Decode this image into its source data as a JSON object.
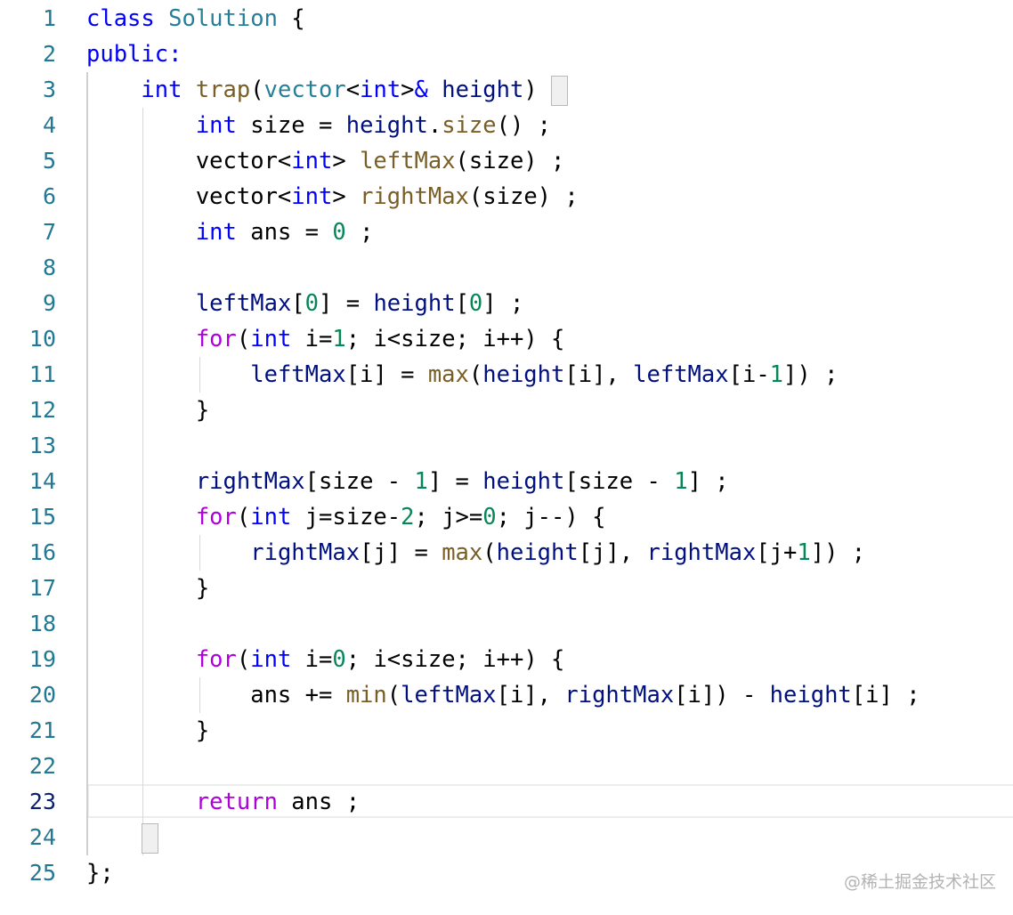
{
  "editor": {
    "current_line": 23,
    "colors": {
      "keyword": "#0000ff",
      "type": "#267f99",
      "function": "#795e26",
      "variable": "#001080",
      "number": "#098658",
      "control": "#af00db",
      "line_number": "#237893",
      "active_line_number": "#0b216f"
    },
    "lines": [
      {
        "number": "1",
        "tokens": [
          {
            "t": "kw",
            "v": "class"
          },
          {
            "t": "plain",
            "v": " "
          },
          {
            "t": "type",
            "v": "Solution"
          },
          {
            "t": "plain",
            "v": " {"
          }
        ]
      },
      {
        "number": "2",
        "tokens": [
          {
            "t": "kw",
            "v": "public:"
          }
        ]
      },
      {
        "number": "3",
        "tokens": [
          {
            "t": "plain",
            "v": "    "
          },
          {
            "t": "kw",
            "v": "int"
          },
          {
            "t": "plain",
            "v": " "
          },
          {
            "t": "fn",
            "v": "trap"
          },
          {
            "t": "plain",
            "v": "("
          },
          {
            "t": "type",
            "v": "vector"
          },
          {
            "t": "plain",
            "v": "<"
          },
          {
            "t": "kw",
            "v": "int"
          },
          {
            "t": "plain",
            "v": ">"
          },
          {
            "t": "kw",
            "v": "&"
          },
          {
            "t": "plain",
            "v": " "
          },
          {
            "t": "var",
            "v": "height"
          },
          {
            "t": "plain",
            "v": ") {"
          }
        ]
      },
      {
        "number": "4",
        "tokens": [
          {
            "t": "plain",
            "v": "        "
          },
          {
            "t": "kw",
            "v": "int"
          },
          {
            "t": "plain",
            "v": " size = "
          },
          {
            "t": "var",
            "v": "height"
          },
          {
            "t": "plain",
            "v": "."
          },
          {
            "t": "fn",
            "v": "size"
          },
          {
            "t": "plain",
            "v": "() ;"
          }
        ]
      },
      {
        "number": "5",
        "tokens": [
          {
            "t": "plain",
            "v": "        vector<"
          },
          {
            "t": "kw",
            "v": "int"
          },
          {
            "t": "plain",
            "v": "> "
          },
          {
            "t": "fn",
            "v": "leftMax"
          },
          {
            "t": "plain",
            "v": "(size) ;"
          }
        ]
      },
      {
        "number": "6",
        "tokens": [
          {
            "t": "plain",
            "v": "        vector<"
          },
          {
            "t": "kw",
            "v": "int"
          },
          {
            "t": "plain",
            "v": "> "
          },
          {
            "t": "fn",
            "v": "rightMax"
          },
          {
            "t": "plain",
            "v": "(size) ;"
          }
        ]
      },
      {
        "number": "7",
        "tokens": [
          {
            "t": "plain",
            "v": "        "
          },
          {
            "t": "kw",
            "v": "int"
          },
          {
            "t": "plain",
            "v": " ans = "
          },
          {
            "t": "num",
            "v": "0"
          },
          {
            "t": "plain",
            "v": " ;"
          }
        ]
      },
      {
        "number": "8",
        "tokens": []
      },
      {
        "number": "9",
        "tokens": [
          {
            "t": "plain",
            "v": "        "
          },
          {
            "t": "var",
            "v": "leftMax"
          },
          {
            "t": "plain",
            "v": "["
          },
          {
            "t": "num",
            "v": "0"
          },
          {
            "t": "plain",
            "v": "] = "
          },
          {
            "t": "var",
            "v": "height"
          },
          {
            "t": "plain",
            "v": "["
          },
          {
            "t": "num",
            "v": "0"
          },
          {
            "t": "plain",
            "v": "] ;"
          }
        ]
      },
      {
        "number": "10",
        "tokens": [
          {
            "t": "plain",
            "v": "        "
          },
          {
            "t": "ctl",
            "v": "for"
          },
          {
            "t": "plain",
            "v": "("
          },
          {
            "t": "kw",
            "v": "int"
          },
          {
            "t": "plain",
            "v": " i="
          },
          {
            "t": "num",
            "v": "1"
          },
          {
            "t": "plain",
            "v": "; i<size; i++) {"
          }
        ]
      },
      {
        "number": "11",
        "tokens": [
          {
            "t": "plain",
            "v": "            "
          },
          {
            "t": "var",
            "v": "leftMax"
          },
          {
            "t": "plain",
            "v": "[i] = "
          },
          {
            "t": "fn",
            "v": "max"
          },
          {
            "t": "plain",
            "v": "("
          },
          {
            "t": "var",
            "v": "height"
          },
          {
            "t": "plain",
            "v": "[i], "
          },
          {
            "t": "var",
            "v": "leftMax"
          },
          {
            "t": "plain",
            "v": "[i-"
          },
          {
            "t": "num",
            "v": "1"
          },
          {
            "t": "plain",
            "v": "]) ;"
          }
        ]
      },
      {
        "number": "12",
        "tokens": [
          {
            "t": "plain",
            "v": "        }"
          }
        ]
      },
      {
        "number": "13",
        "tokens": []
      },
      {
        "number": "14",
        "tokens": [
          {
            "t": "plain",
            "v": "        "
          },
          {
            "t": "var",
            "v": "rightMax"
          },
          {
            "t": "plain",
            "v": "[size - "
          },
          {
            "t": "num",
            "v": "1"
          },
          {
            "t": "plain",
            "v": "] = "
          },
          {
            "t": "var",
            "v": "height"
          },
          {
            "t": "plain",
            "v": "[size - "
          },
          {
            "t": "num",
            "v": "1"
          },
          {
            "t": "plain",
            "v": "] ;"
          }
        ]
      },
      {
        "number": "15",
        "tokens": [
          {
            "t": "plain",
            "v": "        "
          },
          {
            "t": "ctl",
            "v": "for"
          },
          {
            "t": "plain",
            "v": "("
          },
          {
            "t": "kw",
            "v": "int"
          },
          {
            "t": "plain",
            "v": " j=size-"
          },
          {
            "t": "num",
            "v": "2"
          },
          {
            "t": "plain",
            "v": "; j>="
          },
          {
            "t": "num",
            "v": "0"
          },
          {
            "t": "plain",
            "v": "; j--) {"
          }
        ]
      },
      {
        "number": "16",
        "tokens": [
          {
            "t": "plain",
            "v": "            "
          },
          {
            "t": "var",
            "v": "rightMax"
          },
          {
            "t": "plain",
            "v": "[j] = "
          },
          {
            "t": "fn",
            "v": "max"
          },
          {
            "t": "plain",
            "v": "("
          },
          {
            "t": "var",
            "v": "height"
          },
          {
            "t": "plain",
            "v": "[j], "
          },
          {
            "t": "var",
            "v": "rightMax"
          },
          {
            "t": "plain",
            "v": "[j+"
          },
          {
            "t": "num",
            "v": "1"
          },
          {
            "t": "plain",
            "v": "]) ;"
          }
        ]
      },
      {
        "number": "17",
        "tokens": [
          {
            "t": "plain",
            "v": "        }"
          }
        ]
      },
      {
        "number": "18",
        "tokens": []
      },
      {
        "number": "19",
        "tokens": [
          {
            "t": "plain",
            "v": "        "
          },
          {
            "t": "ctl",
            "v": "for"
          },
          {
            "t": "plain",
            "v": "("
          },
          {
            "t": "kw",
            "v": "int"
          },
          {
            "t": "plain",
            "v": " i="
          },
          {
            "t": "num",
            "v": "0"
          },
          {
            "t": "plain",
            "v": "; i<size; i++) {"
          }
        ]
      },
      {
        "number": "20",
        "tokens": [
          {
            "t": "plain",
            "v": "            ans += "
          },
          {
            "t": "fn",
            "v": "min"
          },
          {
            "t": "plain",
            "v": "("
          },
          {
            "t": "var",
            "v": "leftMax"
          },
          {
            "t": "plain",
            "v": "[i], "
          },
          {
            "t": "var",
            "v": "rightMax"
          },
          {
            "t": "plain",
            "v": "[i]) - "
          },
          {
            "t": "var",
            "v": "height"
          },
          {
            "t": "plain",
            "v": "[i] ;"
          }
        ]
      },
      {
        "number": "21",
        "tokens": [
          {
            "t": "plain",
            "v": "        }"
          }
        ]
      },
      {
        "number": "22",
        "tokens": []
      },
      {
        "number": "23",
        "tokens": [
          {
            "t": "plain",
            "v": "        "
          },
          {
            "t": "ctl",
            "v": "return"
          },
          {
            "t": "plain",
            "v": " ans ;"
          }
        ]
      },
      {
        "number": "24",
        "tokens": [
          {
            "t": "plain",
            "v": "    }"
          }
        ]
      },
      {
        "number": "25",
        "tokens": [
          {
            "t": "plain",
            "v": "};"
          }
        ]
      }
    ]
  },
  "watermark": {
    "text": "@稀土掘金技术社区"
  }
}
